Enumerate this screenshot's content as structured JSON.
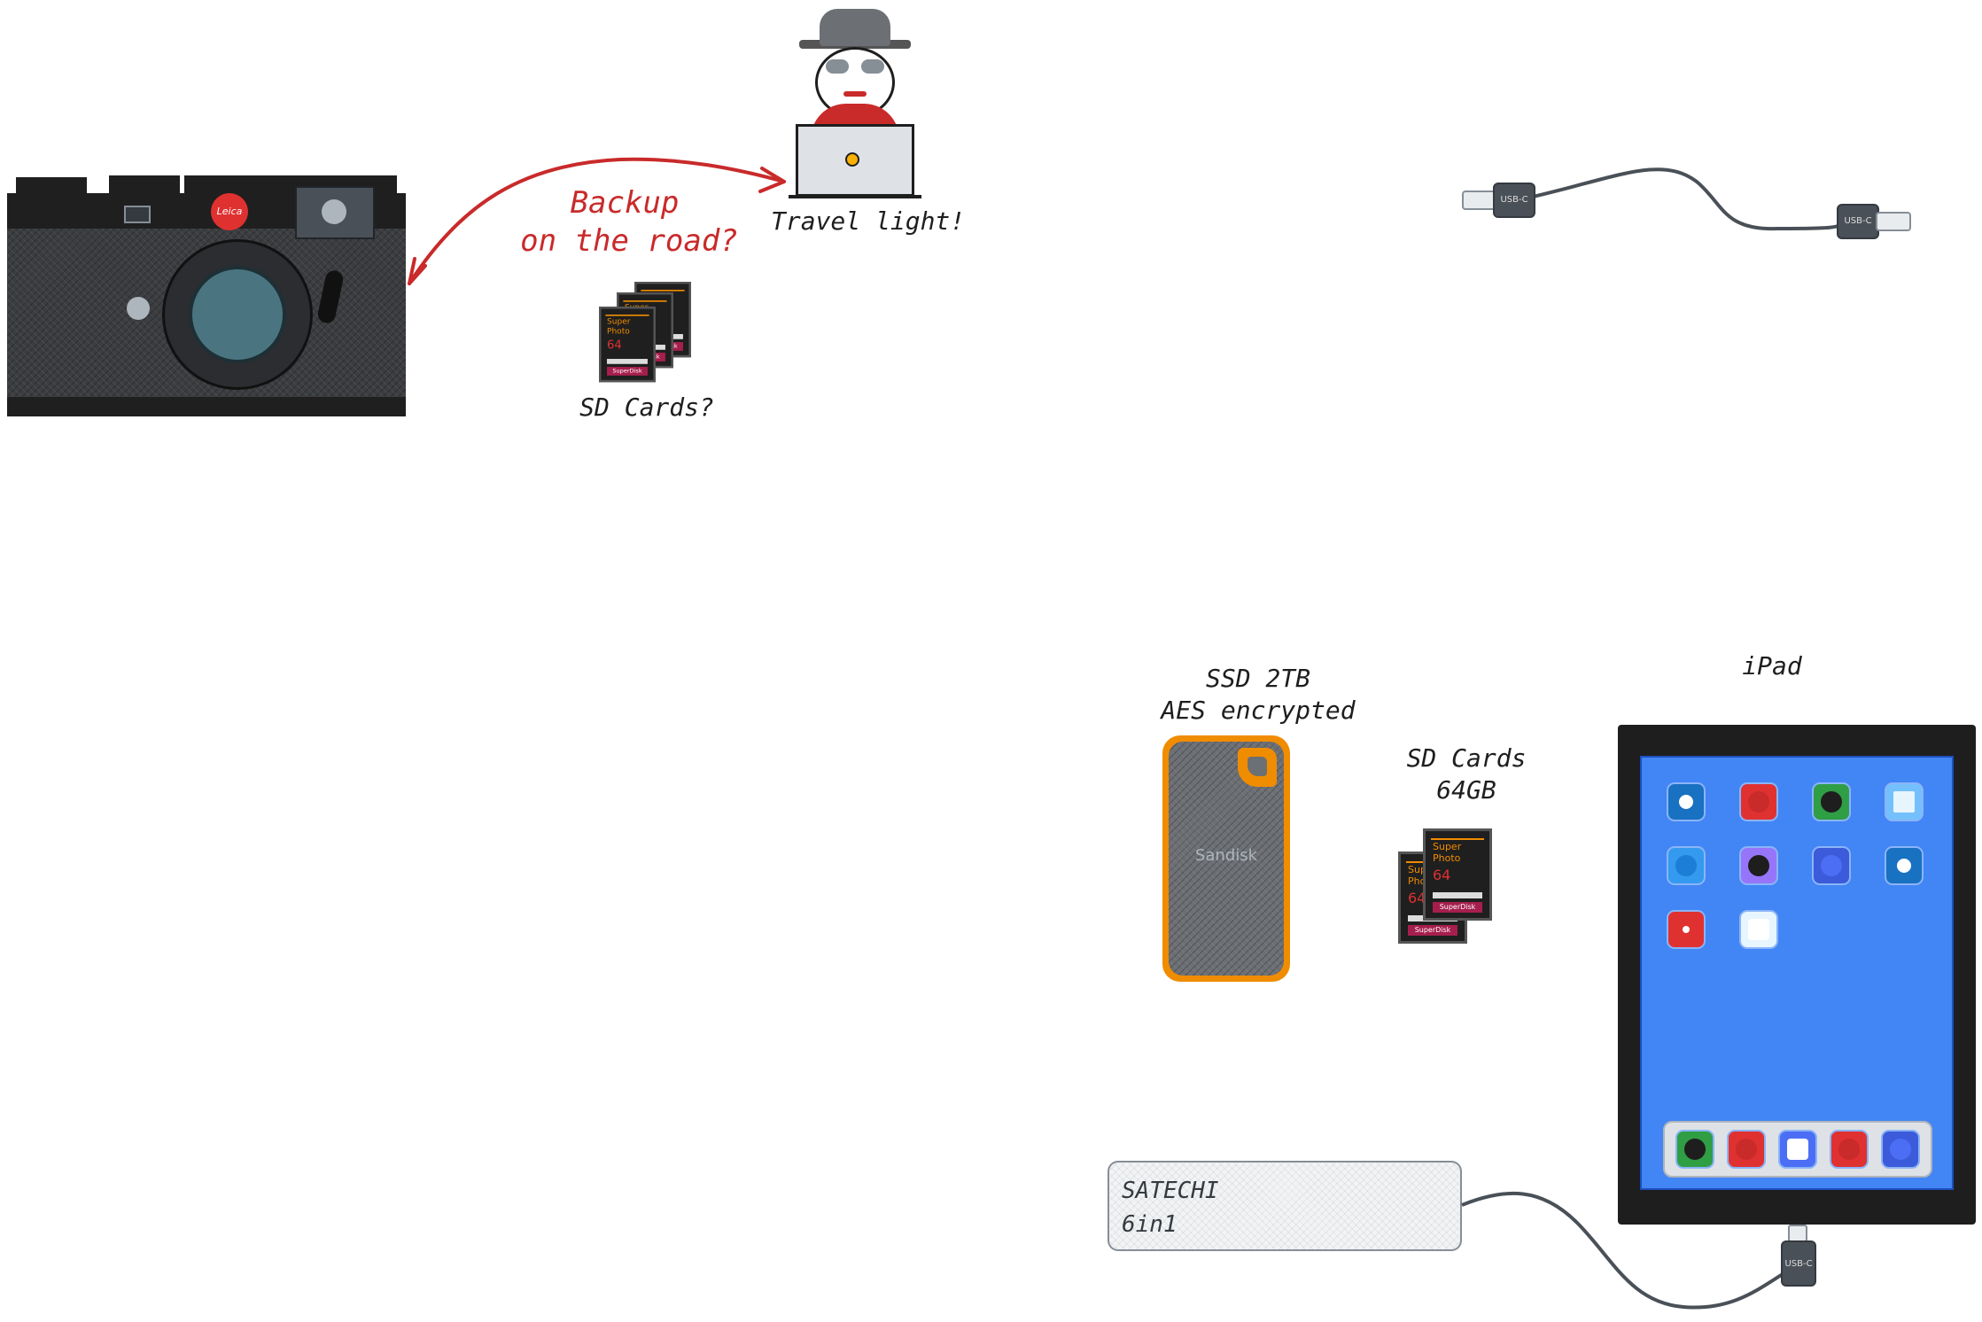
{
  "labels": {
    "backup": "Backup",
    "on_road": "on the road?",
    "travel_light": "Travel light!",
    "sd_cards_q": "SD Cards?",
    "ssd_line1": "SSD 2TB",
    "ssd_line2": "AES encrypted",
    "sd_cards_line1": "SD Cards",
    "sd_cards_line2": "64GB",
    "ipad": "iPad",
    "hub_line1": "SATECHI",
    "hub_line2": "6in1"
  },
  "camera": {
    "brand": "Leica"
  },
  "ssd": {
    "brand": "Sandisk"
  },
  "sd_card": {
    "brand_top": "Super Photo",
    "capacity": "64",
    "brand_bottom": "SuperDisk"
  },
  "cable": {
    "end_a": "USB-C",
    "end_b": "USB-C"
  },
  "icons": [
    "camera-icon",
    "hacker-icon",
    "laptop-icon",
    "sd-card-icon",
    "usb-c-cable-icon",
    "ssd-icon",
    "ipad-icon",
    "usb-hub-icon"
  ],
  "colors": {
    "accent_red": "#c92a2a",
    "ipad_screen": "#4285f4",
    "ssd_orange": "#f08c00"
  }
}
